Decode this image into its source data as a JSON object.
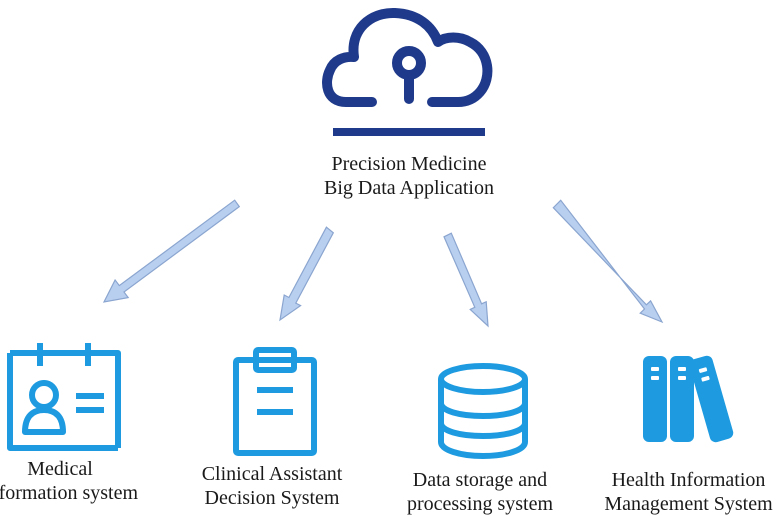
{
  "center": {
    "title_line1": "Precision Medicine",
    "title_line2": "Big Data Application",
    "icon": "cloud-icon"
  },
  "systems": [
    {
      "line1": "Medical",
      "line2": "Information system",
      "icon": "id-card-icon"
    },
    {
      "line1": "Clinical Assistant",
      "line2": "Decision System",
      "icon": "clipboard-icon"
    },
    {
      "line1": "Data storage and",
      "line2": "processing system",
      "icon": "database-icon"
    },
    {
      "line1": "Health Information",
      "line2": "Management System",
      "icon": "binders-icon"
    }
  ],
  "colors": {
    "cloud": "#1f3a8a",
    "icons": "#1e9be0",
    "arrow_fill": "#b9cff0",
    "arrow_stroke": "#8aa5cf"
  }
}
